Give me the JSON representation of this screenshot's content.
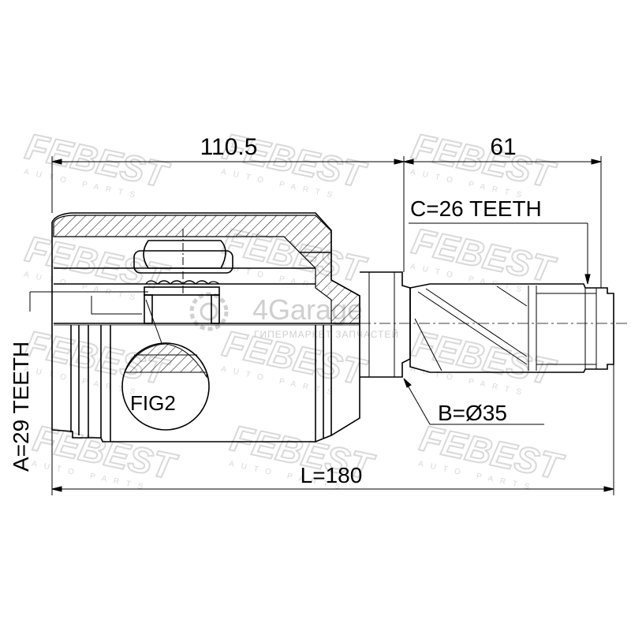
{
  "drawing": {
    "dimensions": {
      "housing_length": "110.5",
      "shaft_length": "61",
      "total_length": "L=180",
      "outer_spline": "C=26 TEETH",
      "inner_spline": "A=29 TEETH",
      "seal_diameter": "B=Ø35"
    },
    "callouts": {
      "fig2": "FIG2"
    }
  },
  "watermarks": {
    "brand": "FEBEST",
    "brand_sub": "AUTO PARTS",
    "overlay": "4Garage",
    "overlay_sub": "ГИПЕРМАРКЕТ ЗАПЧАСТЕЙ"
  },
  "colors": {
    "line": "#000000",
    "watermark": "#d9d9d9",
    "background": "#ffffff"
  }
}
